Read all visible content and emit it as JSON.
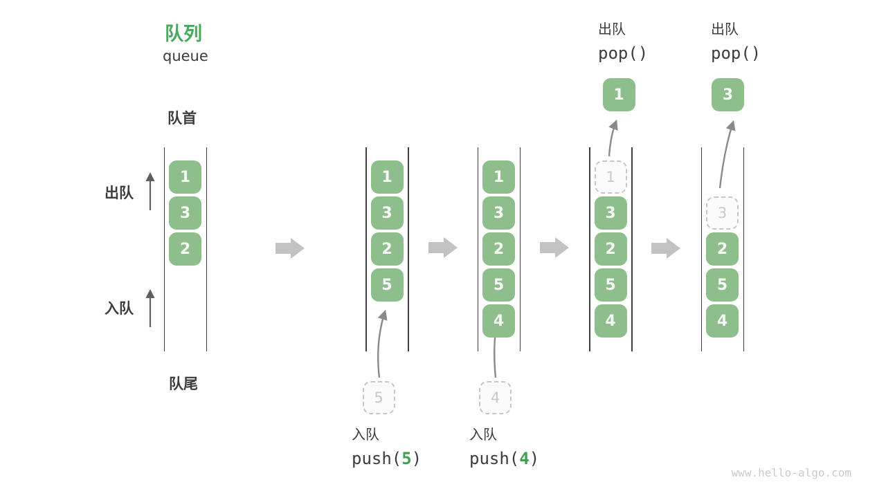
{
  "title": {
    "zh": "队列",
    "en": "queue"
  },
  "side_labels": {
    "front": "队首",
    "rear": "队尾",
    "dequeue": "出队",
    "enqueue": "入队"
  },
  "operations": {
    "push5": {
      "zh": "入队",
      "code_prefix": "push(",
      "arg": "5",
      "code_suffix": ")"
    },
    "push4": {
      "zh": "入队",
      "code_prefix": "push(",
      "arg": "4",
      "code_suffix": ")"
    },
    "pop1": {
      "zh": "出队",
      "code_prefix": "pop(",
      "arg": "",
      "code_suffix": ")"
    },
    "pop3": {
      "zh": "出队",
      "code_prefix": "pop(",
      "arg": "",
      "code_suffix": ")"
    }
  },
  "stages": [
    {
      "name": "initial",
      "slots": [
        {
          "slot": 0,
          "value": "1"
        },
        {
          "slot": 1,
          "value": "3"
        },
        {
          "slot": 2,
          "value": "2"
        }
      ]
    },
    {
      "name": "after-push-5",
      "slots": [
        {
          "slot": 0,
          "value": "1"
        },
        {
          "slot": 1,
          "value": "3"
        },
        {
          "slot": 2,
          "value": "2"
        },
        {
          "slot": 3,
          "value": "5"
        }
      ],
      "pending": "5"
    },
    {
      "name": "after-push-4",
      "slots": [
        {
          "slot": 0,
          "value": "1"
        },
        {
          "slot": 1,
          "value": "3"
        },
        {
          "slot": 2,
          "value": "2"
        },
        {
          "slot": 3,
          "value": "5"
        },
        {
          "slot": 4,
          "value": "4"
        }
      ],
      "pending": "4"
    },
    {
      "name": "after-pop-1",
      "slots": [
        {
          "slot": 0,
          "value": "1",
          "ghost": true
        },
        {
          "slot": 1,
          "value": "3"
        },
        {
          "slot": 2,
          "value": "2"
        },
        {
          "slot": 3,
          "value": "5"
        },
        {
          "slot": 4,
          "value": "4"
        }
      ],
      "popped": "1"
    },
    {
      "name": "after-pop-3",
      "slots": [
        {
          "slot": 1,
          "value": "3",
          "ghost": true
        },
        {
          "slot": 2,
          "value": "2"
        },
        {
          "slot": 3,
          "value": "5"
        },
        {
          "slot": 4,
          "value": "4"
        }
      ],
      "popped": "3"
    }
  ],
  "watermark": "www.hello-algo.com",
  "colors": {
    "box_green": "#8DBE8B",
    "box_text": "#F6F8F6",
    "title_green": "#48A95A",
    "code_arg_green": "#3DA14D",
    "text_dark": "#3C3C3C",
    "ghost_border": "#C6C6C6",
    "ghost_text": "#C7C7C7",
    "column_line": "#3D3D3D",
    "transition_arrow": "#C2C2C2",
    "flow_arrow": "#8A8A8A",
    "side_arrow": "#5F5F5F",
    "watermark_text": "#CBCBCB"
  }
}
